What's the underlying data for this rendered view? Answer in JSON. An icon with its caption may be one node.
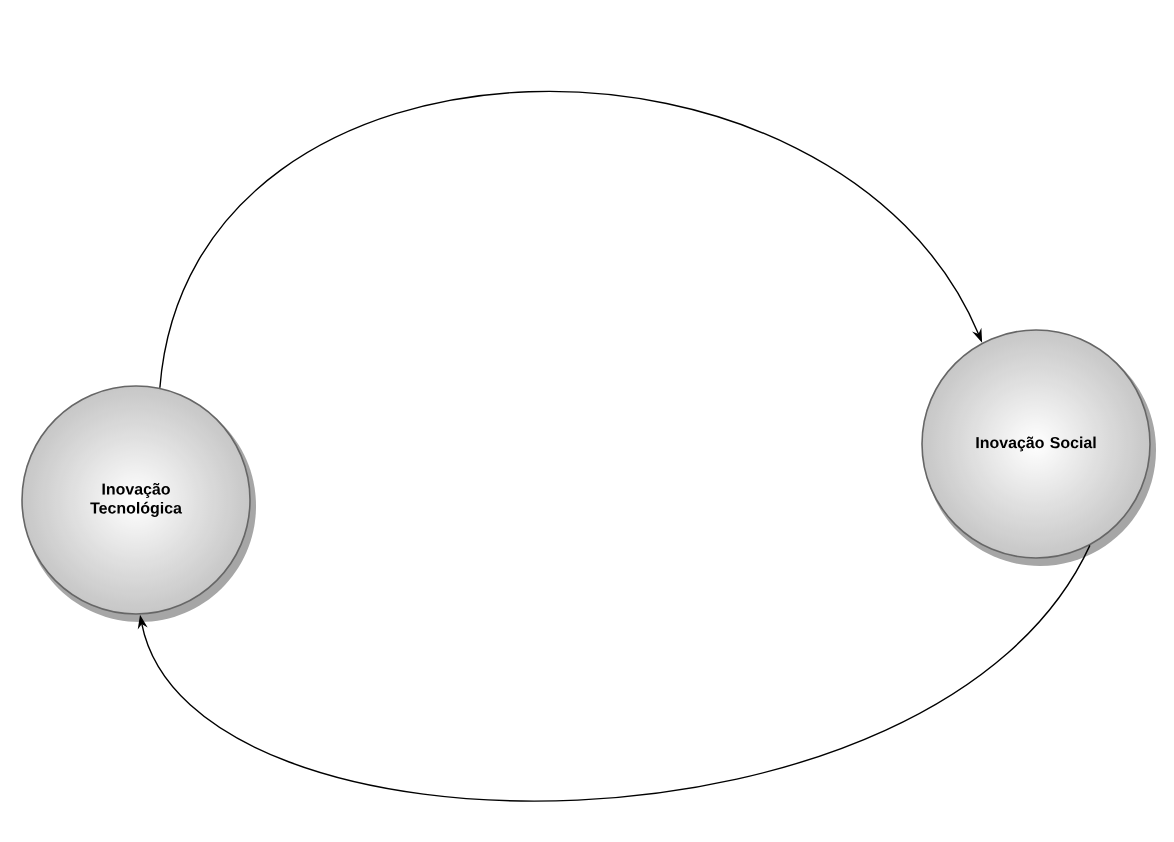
{
  "diagram": {
    "nodes": [
      {
        "text": [
          "Inovação Tecnológica"
        ]
      },
      {
        "text": [
          "Inovação Social"
        ]
      }
    ],
    "edges": [
      {
        "from": 0,
        "to": 1,
        "arrow": "to"
      },
      {
        "from": 1,
        "to": 0,
        "arrow": "to"
      }
    ]
  }
}
